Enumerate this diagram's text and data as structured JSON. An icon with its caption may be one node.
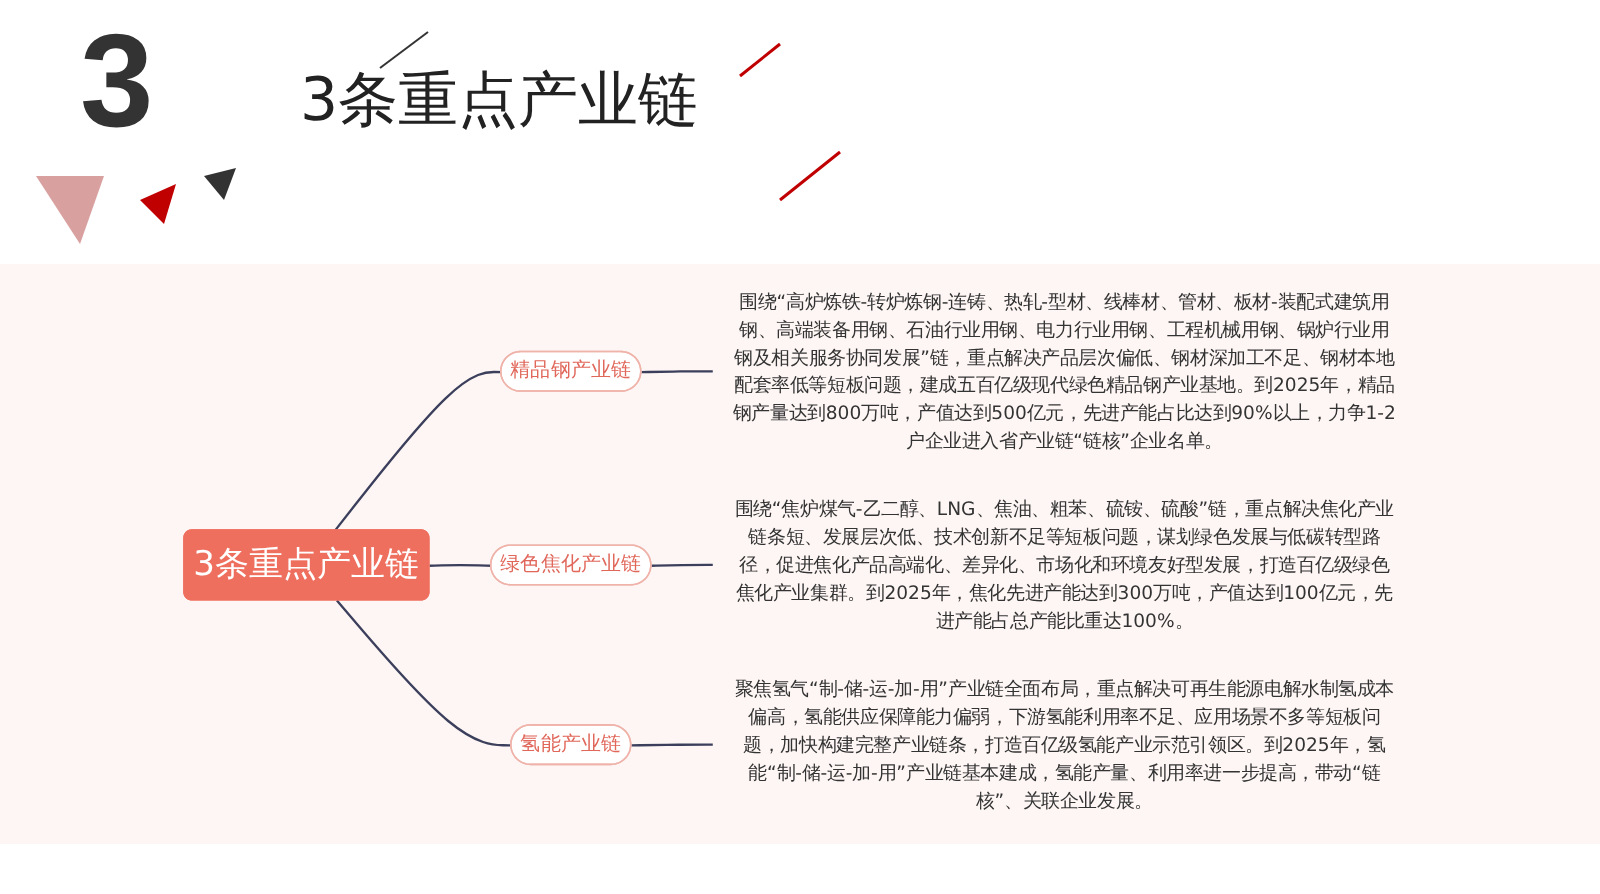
{
  "diagram": {
    "title": "3条重点产业链",
    "nodes": [
      {
        "text": [
          "3条重点产业链"
        ]
      },
      {
        "text": [
          "精品钢产业链"
        ]
      },
      {
        "text": [
          "围绕“高炉炼铁-转炉炼钢-连铸、热轧-型材、线棒材、管材、板材-装配式建筑用钢、高端装备用钢、石油行业用钢、电力行业用钢、工程机械用钢、锅炉行业用钢及相关服务协同发展”链，重点解决产品层次偏低、钢材深加工不足、钢材本地配套率低等短板问题，建成五百亿级现代绿色精品钢产业基地。到2025年，精品钢产量达到800万吨，产值达到500亿元，先进产能占比达到90%以上，力争1-2户企业进入省产业链“链核”企业名单。"
        ]
      },
      {
        "text": [
          "绿色焦化产业链"
        ]
      },
      {
        "text": [
          "围绕“焦炉煤气-乙二醇、LNG、焦油、粗苯、硫铵、硫酸”链，重点解决焦化产业链条短、发展层次低、技术创新不足等短板问题，谋划绿色发展与低碳转型路径，促进焦化产品高端化、差异化、市场化和环境友好型发展，打造百亿级绿色焦化产业集群。到2025年，焦化先进产能达到300万吨，产值达到100亿元，先进产能占总产能比重达100%。"
        ]
      },
      {
        "text": [
          "氢能产业链"
        ]
      },
      {
        "text": [
          "聚焦氢气“制-储-运-加-用”产业链全面布局，重点解决可再生能源电解水制氢成本偏高，氢能供应保障能力偏弱，下游氢能利用率不足、应用场景不多等短板问题，加快构建完整产业链条，打造百亿级氢能产业示范引领区。到2025年，氢能“制-储-运-加-用”产业链基本建成，氢能产量、利用率进一步提高，带动“链核”、关联企业发展。"
        ]
      }
    ],
    "edges": [
      {
        "from": 0,
        "to": 1,
        "arrow": "none"
      },
      {
        "from": 1,
        "to": 2,
        "arrow": "none"
      },
      {
        "from": 0,
        "to": 3,
        "arrow": "none"
      },
      {
        "from": 3,
        "to": 4,
        "arrow": "none"
      },
      {
        "from": 0,
        "to": 5,
        "arrow": "none"
      },
      {
        "from": 5,
        "to": 6,
        "arrow": "none"
      }
    ],
    "labels": [
      "3"
    ]
  }
}
